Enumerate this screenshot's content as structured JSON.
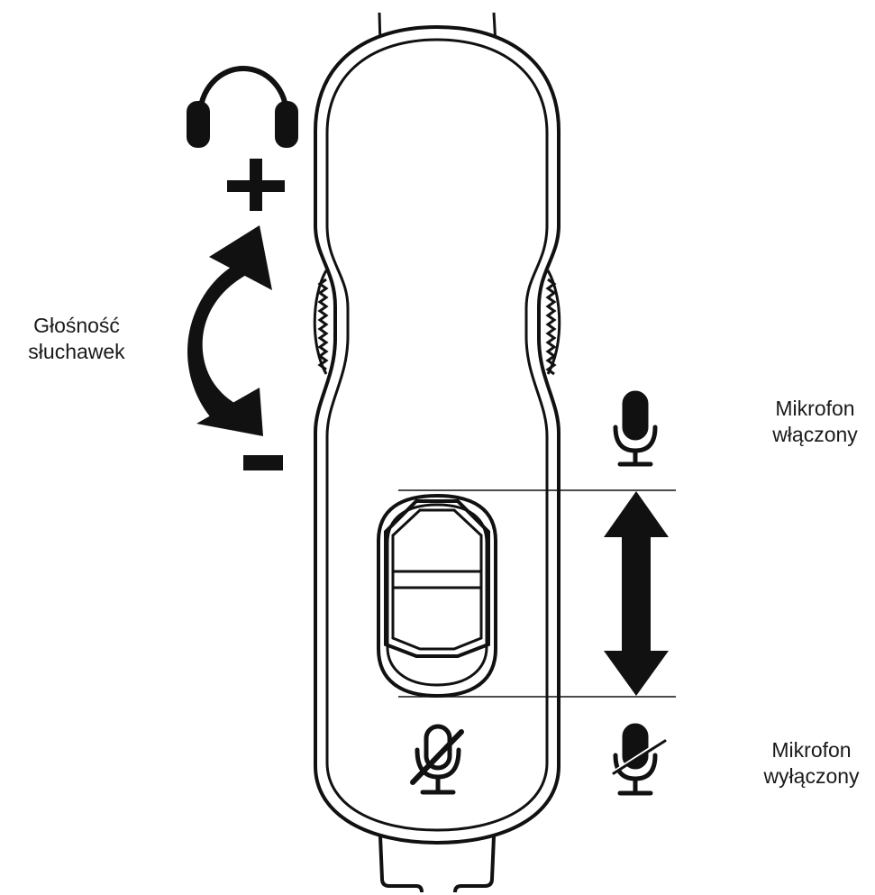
{
  "labels": {
    "volume": {
      "line1": "Głośność",
      "line2": "słuchawek"
    },
    "mic_on": {
      "line1": "Mikrofon",
      "line2": "włączony"
    },
    "mic_off": {
      "line1": "Mikrofon",
      "line2": "wyłączony"
    }
  },
  "icons": {
    "headphones": "headphones-icon",
    "volume_up": "plus-icon",
    "volume_down": "minus-icon",
    "volume_arrow": "curved-double-arrow-icon",
    "mic_on": "microphone-icon",
    "mic_off": "microphone-muted-icon",
    "mute_switch_arrow": "vertical-double-arrow-icon"
  },
  "colors": {
    "ink": "#111111",
    "background": "#ffffff"
  }
}
